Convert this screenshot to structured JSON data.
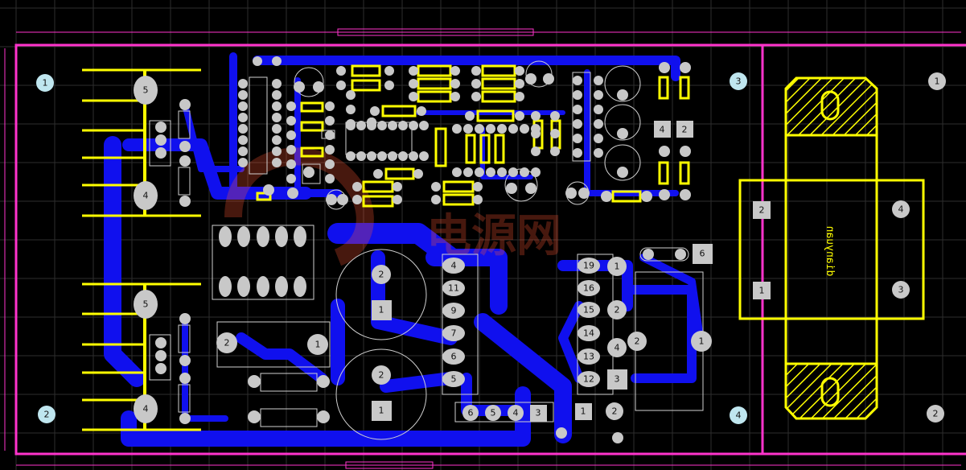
{
  "colors": {
    "background": "#000000",
    "grid": "#2e2e2e",
    "board_outline": "#ff33cc",
    "copper_bottom": "#1010ee",
    "silkscreen": "#ffff00",
    "pad": "#c8c8c8",
    "outline": "#d0d0d0",
    "mount_hole": "#bfe6ef",
    "watermark": "#ff5533"
  },
  "board": {
    "mount_holes": [
      {
        "id": "mh-tl",
        "label": "1"
      },
      {
        "id": "mh-bl",
        "label": "2"
      },
      {
        "id": "mh-mid-top",
        "label": "3"
      },
      {
        "id": "mh-mid-bottom",
        "label": "4"
      },
      {
        "id": "mh-right-top",
        "label": "1"
      },
      {
        "id": "mh-right-bottom",
        "label": "2"
      }
    ],
    "connector_top_pins": [
      "5",
      "4"
    ],
    "connector_bottom_pins": [
      "5",
      "4"
    ],
    "cap_top_pins": [
      "2",
      "1"
    ],
    "cap_bottom_pins": [
      "2",
      "1"
    ],
    "ic_left_pins": [
      "4",
      "11",
      "9",
      "7",
      "6",
      "5"
    ],
    "ic_right_pins": [
      "19",
      "16",
      "15",
      "14",
      "13",
      "12"
    ],
    "ic_right_extra_pins": [
      "1",
      "2",
      "2",
      "3"
    ],
    "header_pins": [
      "6",
      "5",
      "4",
      "3"
    ],
    "small_pads": {
      "top_right_a": "4",
      "top_right_b": "2",
      "relay": "6",
      "relay_b": "1",
      "res_2": "2",
      "res_1": "1",
      "sw_1": "1",
      "sw_2": "2",
      "cap_pad": "4",
      "cap_pad2": "2"
    },
    "transformer_pins": [
      "2",
      "1",
      "4",
      "3"
    ],
    "transformer_label": "dianyuan",
    "watermark": "电源网"
  }
}
